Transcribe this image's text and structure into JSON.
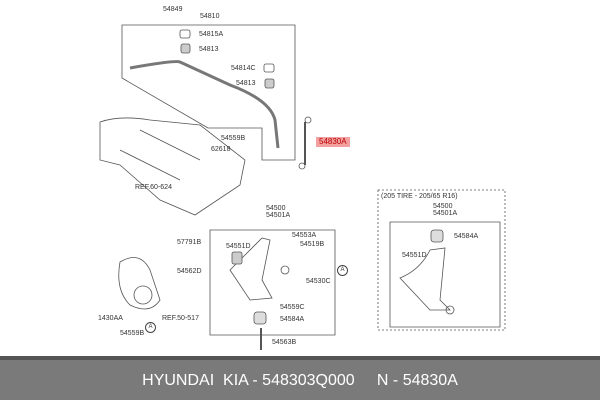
{
  "labels": {
    "l54849": "54849",
    "l54810": "54810",
    "l54815A": "54815A",
    "l54813a": "54813",
    "l54814C": "54814C",
    "l54813b": "54813",
    "l54559B": "54559B",
    "l54830A": "54830A",
    "l62618": "62618",
    "ref60624": "REF.60-624",
    "l54500": "54500",
    "l54501A": "54501A",
    "l54553A": "54553A",
    "l54551D": "54551D",
    "l54519B": "54519B",
    "l57791B": "57791B",
    "l54562D": "54562D",
    "l54530C": "54530C",
    "l54559C": "54559C",
    "l54584A": "54584A",
    "l1430AA": "1430AA",
    "ref50517": "REF.50-517",
    "l54559B2": "54559B",
    "l54563B": "54563B",
    "circleA": "A"
  },
  "variant": {
    "title": "(205 TIRE - 205/65 R16)",
    "l54500": "54500",
    "l54501A": "54501A",
    "l54584A": "54584A",
    "l54551D": "54551D"
  },
  "footer": {
    "text": "HYUNDAI  KIA - 548303Q000     N - 54830A"
  },
  "colors": {
    "highlight": "#f2a0a0",
    "footer": "#7a7a7a"
  }
}
